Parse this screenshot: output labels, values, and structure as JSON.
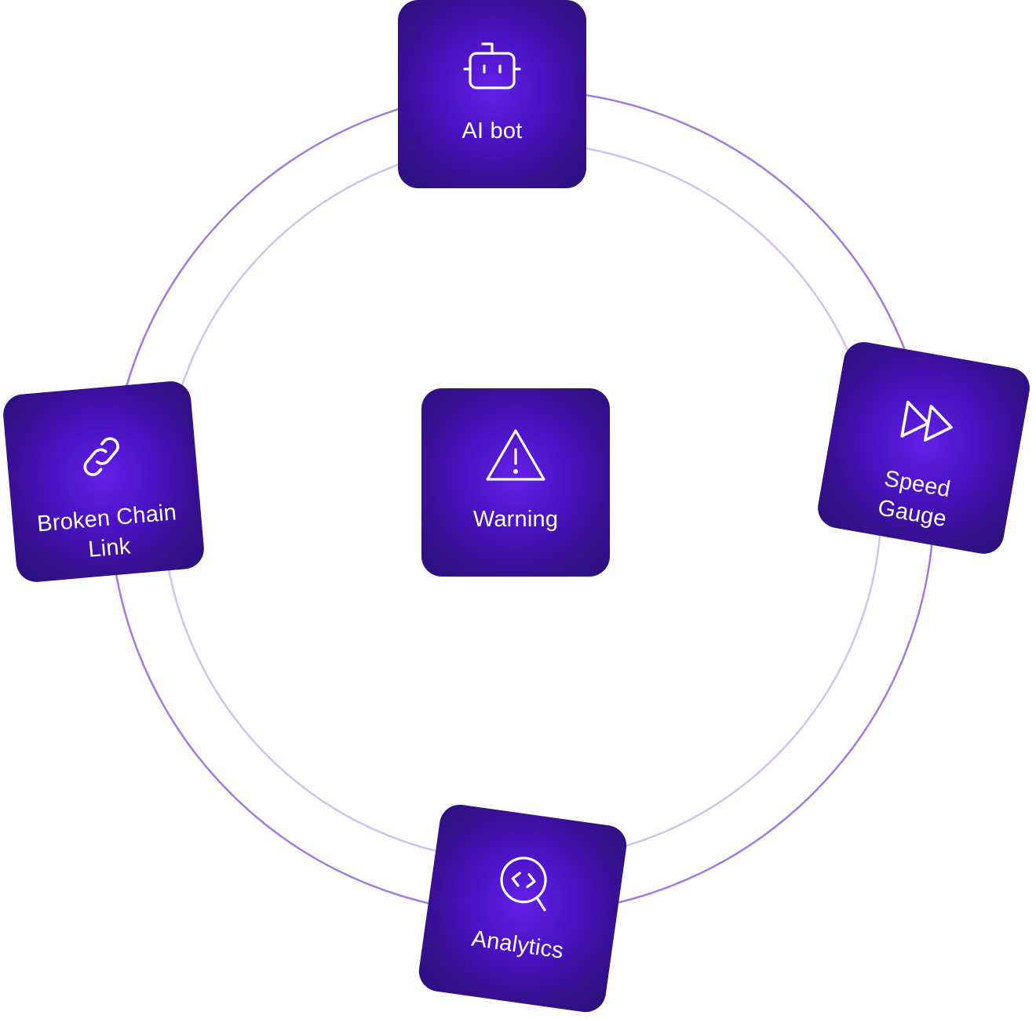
{
  "nodes": [
    {
      "id": "ai-bot",
      "label": "AI bot",
      "icon": "robot-icon"
    },
    {
      "id": "speed-gauge",
      "label": "Speed Gauge",
      "icon": "fast-forward-icon"
    },
    {
      "id": "analytics",
      "label": "Analytics",
      "icon": "code-search-icon"
    },
    {
      "id": "broken-chain-link",
      "label": "Broken Chain Link",
      "icon": "chain-link-icon"
    },
    {
      "id": "warning",
      "label": "Warning",
      "icon": "warning-triangle-icon"
    }
  ],
  "colors": {
    "card_center": "#6420e8",
    "card_edge": "#2c0f7a",
    "ring_outer": "#a17ae6",
    "ring_inner": "#d3c1f3",
    "text": "#ffffff"
  }
}
